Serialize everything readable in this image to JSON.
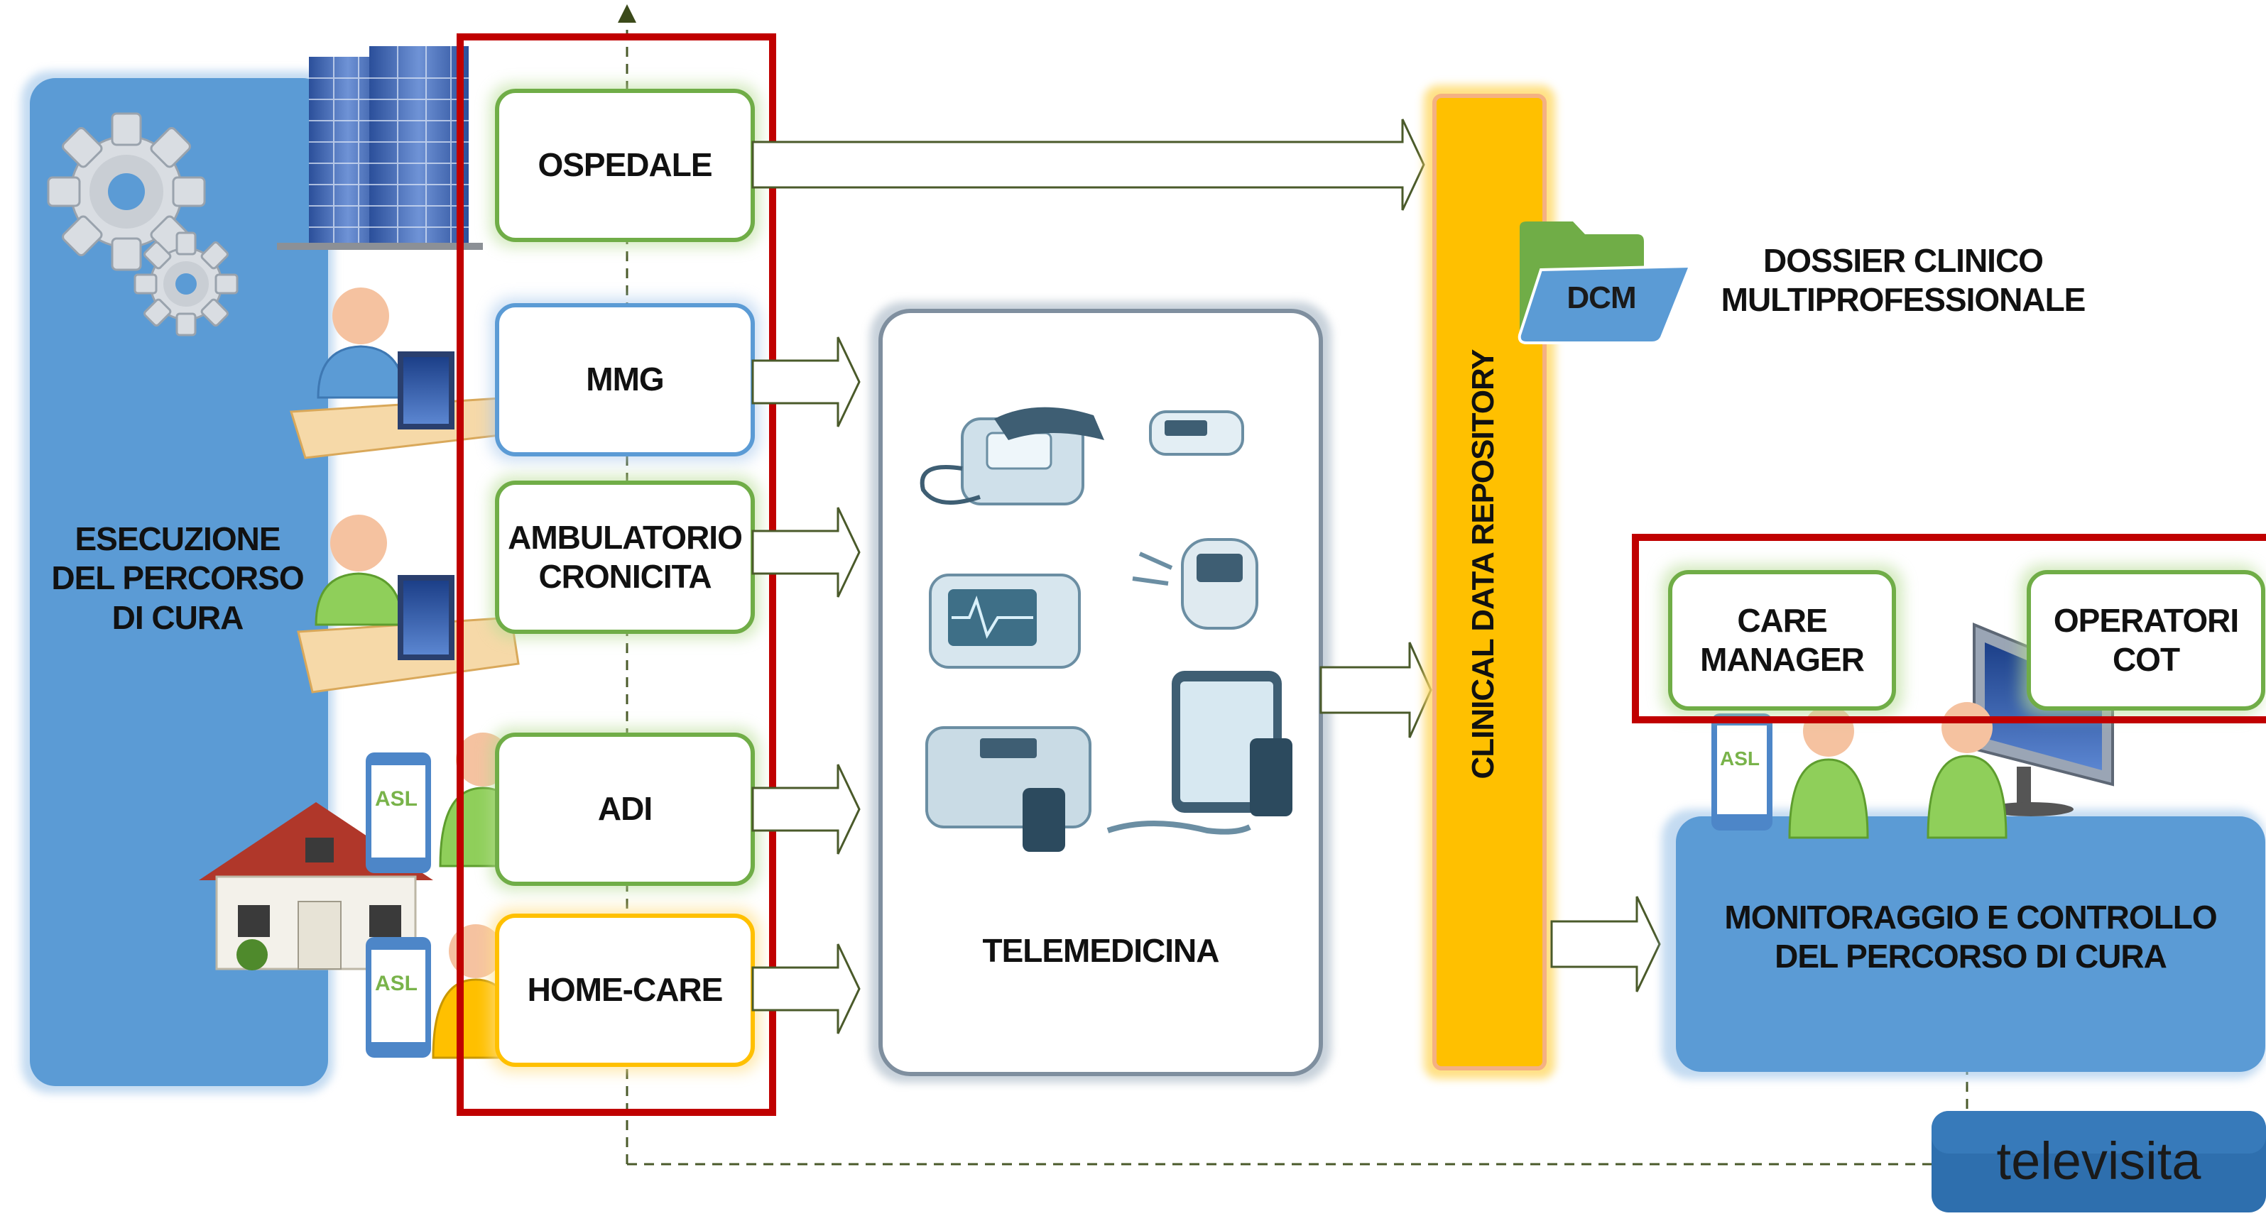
{
  "left_panel": {
    "label": "ESECUZIONE\nDEL PERCORSO\nDI CURA"
  },
  "providers": {
    "ospedale": "OSPEDALE",
    "mmg": "MMG",
    "ambulatorio": "AMBULATORIO\nCRONICITA",
    "adi": "ADI",
    "home_care": "HOME-CARE"
  },
  "telemedicina": {
    "label": "TELEMEDICINA"
  },
  "repository": {
    "label": "CLINICAL DATA REPOSITORY"
  },
  "dossier": {
    "folder_label": "DCM",
    "label": "DOSSIER CLINICO\nMULTIPROFESSIONALE"
  },
  "roles": {
    "care_manager": "CARE\nMANAGER",
    "operatori_cot": "OPERATORI\nCOT"
  },
  "monitoring": {
    "label": "MONITORAGGIO E CONTROLLO\nDEL PERCORSO DI CURA"
  },
  "televisita": {
    "label": "televisita"
  },
  "app_badge": {
    "text": "ASL"
  },
  "colors": {
    "panel_blue": "#5b9bd5",
    "green_border": "#70ad47",
    "blue_border": "#5b9bd5",
    "yellow_border": "#ffc000",
    "repository_fill": "#ffc000",
    "highlight_red": "#c00000",
    "televisita_fill": "#2e6fae",
    "telemedicine_border": "#7f8f9f"
  },
  "icons": [
    "gear-icon",
    "building-icon",
    "doctor-workstation-icon",
    "smartphone-app-icon",
    "house-icon",
    "person-icon",
    "folder-icon",
    "monitor-icon",
    "medical-device-icon"
  ]
}
